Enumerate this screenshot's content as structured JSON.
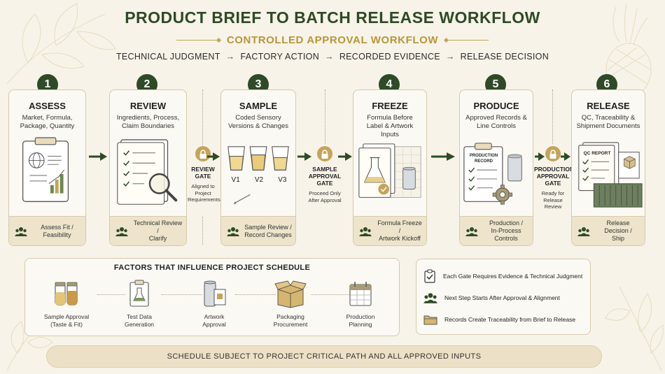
{
  "header": {
    "title": "PRODUCT BRIEF TO BATCH RELEASE WORKFLOW",
    "subtitle": "CONTROLLED APPROVAL WORKFLOW",
    "flow": [
      "TECHNICAL JUDGMENT",
      "FACTORY ACTION",
      "RECORDED EVIDENCE",
      "RELEASE DECISION"
    ],
    "flow_arrow": "→"
  },
  "steps": [
    {
      "num": "1",
      "title": "ASSESS",
      "desc_1": "Market, Formula,",
      "desc_2": "Package, Quantity",
      "foot_1": "Assess Fit /",
      "foot_2": "Feasibility"
    },
    {
      "num": "2",
      "title": "REVIEW",
      "desc_1": "Ingredients, Process,",
      "desc_2": "Claim Boundaries",
      "foot_1": "Technical Review /",
      "foot_2": "Clarify"
    },
    {
      "num": "3",
      "title": "SAMPLE",
      "desc_1": "Coded Sensory",
      "desc_2": "Versions & Changes",
      "foot_1": "Sample Review /",
      "foot_2": "Record Changes",
      "versions": [
        "V1",
        "V2",
        "V3"
      ]
    },
    {
      "num": "4",
      "title": "FREEZE",
      "desc_1": "Formula Before",
      "desc_2": "Label & Artwork Inputs",
      "foot_1": "Formula Freeze /",
      "foot_2": "Artwork Kickoff"
    },
    {
      "num": "5",
      "title": "PRODUCE",
      "desc_1": "Approved Records &",
      "desc_2": "Line Controls",
      "foot_1": "Production /",
      "foot_2": "In-Process Controls",
      "record_1": "PRODUCTION",
      "record_2": "RECORD"
    },
    {
      "num": "6",
      "title": "RELEASE",
      "desc_1": "QC, Traceability &",
      "desc_2": "Shipment Documents",
      "foot_1": "Release Decision /",
      "foot_2": "Ship",
      "report": "QC REPORT"
    }
  ],
  "gates": [
    {
      "title_1": "REVIEW",
      "title_2": "GATE",
      "title_3": "",
      "sub_1": "Aligned to",
      "sub_2": "Project",
      "sub_3": "Requirements"
    },
    {
      "title_1": "SAMPLE",
      "title_2": "APPROVAL",
      "title_3": "GATE",
      "sub_1": "Proceed Only",
      "sub_2": "After Approval",
      "sub_3": ""
    },
    {
      "title_1": "PRODUCTION",
      "title_2": "APPROVAL",
      "title_3": "GATE",
      "sub_1": "Ready for",
      "sub_2": "Release",
      "sub_3": "Review"
    }
  ],
  "factors": {
    "title": "FACTORS THAT INFLUENCE PROJECT SCHEDULE",
    "items": [
      {
        "label_1": "Sample Approval",
        "label_2": "(Taste & Fit)"
      },
      {
        "label_1": "Test Data",
        "label_2": "Generation"
      },
      {
        "label_1": "Artwork",
        "label_2": "Approval"
      },
      {
        "label_1": "Packaging",
        "label_2": "Procurement"
      },
      {
        "label_1": "Production",
        "label_2": "Planning"
      }
    ]
  },
  "legend": [
    {
      "icon": "clipboard-check-icon",
      "text": "Each Gate Requires Evidence & Technical Judgment"
    },
    {
      "icon": "team-icon",
      "text": "Next Step Starts After Approval & Alignment"
    },
    {
      "icon": "folder-icon",
      "text": "Records Create Traceability from Brief to Release"
    }
  ],
  "banner": "SCHEDULE SUBJECT TO PROJECT CRITICAL PATH AND ALL APPROVED INPUTS",
  "colors": {
    "green": "#2e4a26",
    "gold": "#c4a45a",
    "cream": "#f7f3e8",
    "card_footer": "#ede4cb"
  }
}
